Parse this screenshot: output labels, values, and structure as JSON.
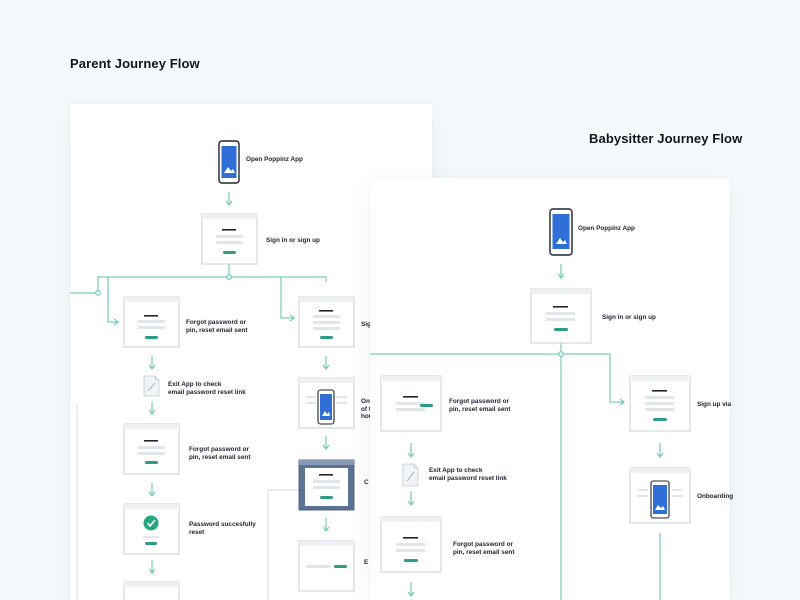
{
  "parent_flow": {
    "title": "Parent Journey Flow",
    "labels": {
      "open_app": "Open Poppinz App",
      "sign_in": "Sign in or sign up",
      "forgot_1": "Forgot password or\npin, reset email sent",
      "sign_up_partial": "Sig",
      "exit_app": "Exit App to check\nemail password reset link",
      "forgot_2": "Forgot password or\npin, reset email sent",
      "onboarding_partial": "On\nof t\nhou",
      "password_reset": "Password succesfully\nreset",
      "c_partial": "C",
      "e_partial": "E"
    }
  },
  "babysitter_flow": {
    "title": "Babysitter Journey Flow",
    "labels": {
      "open_app": "Open Poppinz App",
      "sign_in": "Sign in or sign up",
      "forgot_1": "Forgot password or\npin, reset email sent",
      "sign_up_via": "Sign up via",
      "exit_app": "Exit App to check\nemail password reset link",
      "onboarding": "Onboarding",
      "forgot_2": "Forgot password or\npin, reset email sent"
    }
  },
  "colors": {
    "connector": "#5cc3a8",
    "phone_screen": "#2f6fd6",
    "accent_button": "#2c9c86",
    "success": "#27a77f"
  }
}
